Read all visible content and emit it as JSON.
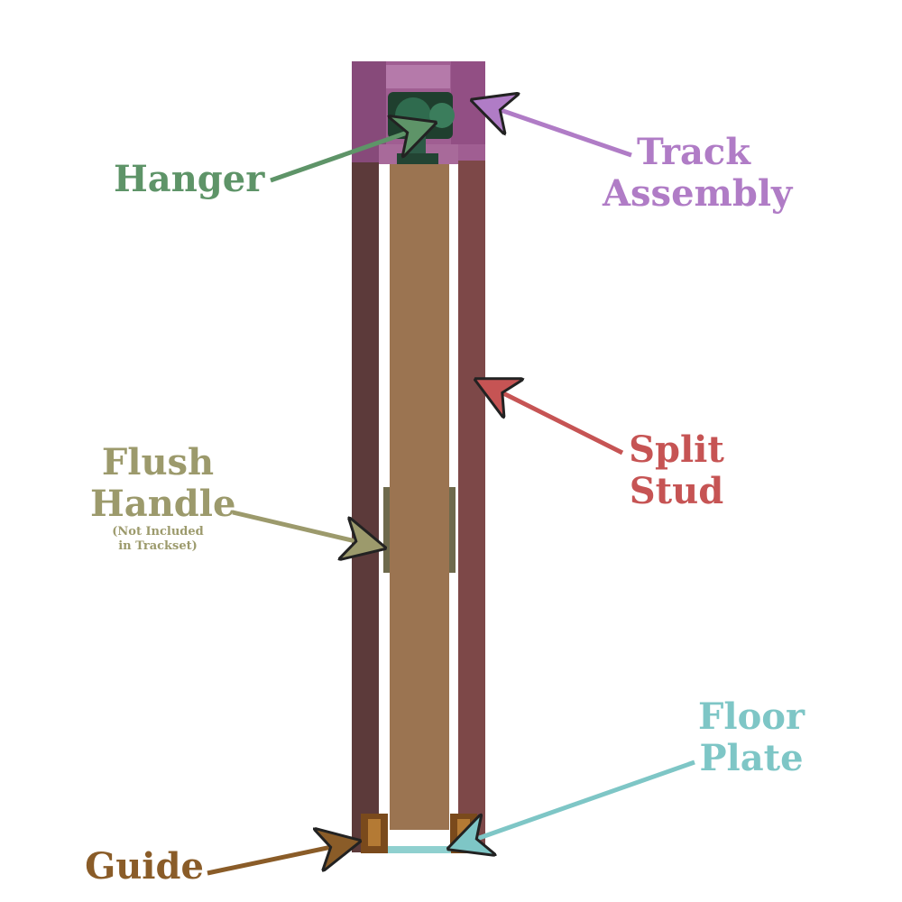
{
  "labels": {
    "hanger": "Hanger",
    "track_assembly": [
      "Track",
      "Assembly"
    ],
    "split_stud": [
      "Split",
      "Stud"
    ],
    "flush_handle": [
      "Flush",
      "Handle"
    ],
    "flush_handle_note": [
      "(Not Included",
      "in Trackset)"
    ],
    "floor_plate": [
      "Floor",
      "Plate"
    ],
    "guide": "Guide"
  },
  "colors": {
    "hanger": "#5e9468",
    "track_assembly": "#b07cc6",
    "split_stud": "#c65454",
    "flush_handle": "#9c9a6c",
    "floor_plate": "#7ec6c6",
    "guide": "#8a5c28",
    "stud": "#7d4848",
    "track": "#a05e92",
    "door": "#9b7451"
  }
}
